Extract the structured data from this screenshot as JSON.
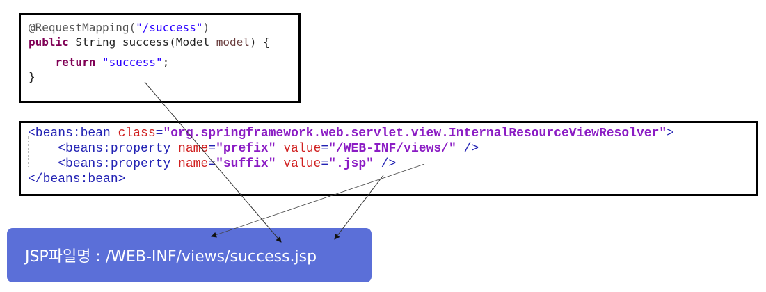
{
  "java_code": {
    "line1": {
      "ann": "@RequestMapping(",
      "str": "\"/success\"",
      "close": ")"
    },
    "line2": {
      "kw": "public",
      "mid": " String success(Model ",
      "param": "model",
      "end": ") {"
    },
    "line3": {
      "indent": "    ",
      "kw": "return",
      "sp": " ",
      "str": "\"success\"",
      "end": ";"
    },
    "line4": {
      "text": "}"
    }
  },
  "xml_code": {
    "line1": {
      "open": "<beans:bean ",
      "attr": "class",
      "eq": "=",
      "val": "\"org.springframework.web.servlet.view.InternalResourceViewResolver\"",
      "close": ">"
    },
    "line2": {
      "indent": "    ",
      "open": "<beans:property ",
      "attr1": "name",
      "eq1": "=",
      "val1": "\"prefix\"",
      "sp": " ",
      "attr2": "value",
      "eq2": "=",
      "val2": "\"/WEB-INF/views/\"",
      "close": " />"
    },
    "line3": {
      "indent": "    ",
      "open": "<beans:property ",
      "attr1": "name",
      "eq1": "=",
      "val1": "\"suffix\"",
      "sp": " ",
      "attr2": "value",
      "eq2": "=",
      "val2": "\".jsp\"",
      "close": " />"
    },
    "line4": {
      "text": "</beans:bean>"
    }
  },
  "result": {
    "text": "JSP파일명 : /WEB-INF/views/success.jsp"
  },
  "colors": {
    "result_bg": "#5b6fd8",
    "keyword": "#7f0055",
    "string": "#2a00ff",
    "xml_tag": "#2323b4",
    "xml_attr": "#d02020",
    "xml_value": "#8b1cc4"
  }
}
